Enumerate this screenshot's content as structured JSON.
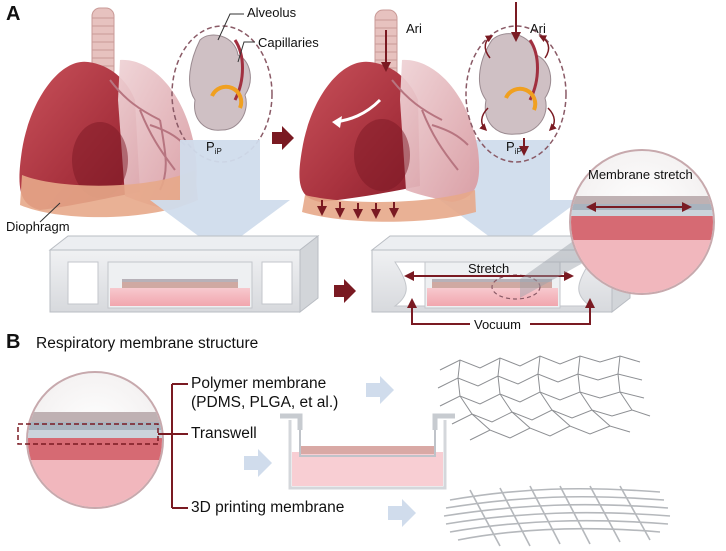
{
  "panel_a": {
    "letter": "A",
    "alveolus": "Alveolus",
    "capillaries": "Capillaries",
    "air_left": "Ari",
    "air_right": "Ari",
    "pressure_main": "P",
    "pressure_sub": "iP",
    "diaphragm": "Diophragm",
    "membrane_stretch": "Membrane stretch",
    "stretch": "Stretch",
    "vacuum": "Vocuum"
  },
  "panel_b": {
    "letter": "B",
    "title": "Respiratory membrane structure",
    "polymer_line1": "Polymer membrane",
    "polymer_line2": "(PDMS, PLGA, et al.)",
    "transwell": "Transwell",
    "printing": "3D printing membrane"
  },
  "colors": {
    "lung": "#b23a45",
    "lung_dark": "#8a1f2c",
    "lung_light": "#e2a3a8",
    "diaphragm": "#e7a98a",
    "big_arrow": "#d0dcec",
    "dark_arrow": "#7a1a22",
    "dashed_outline": "#8a5a66",
    "chip_frame": "#cfd2d6",
    "medium_pink": "#f4b6bd",
    "accent_orange": "#f0a020"
  }
}
